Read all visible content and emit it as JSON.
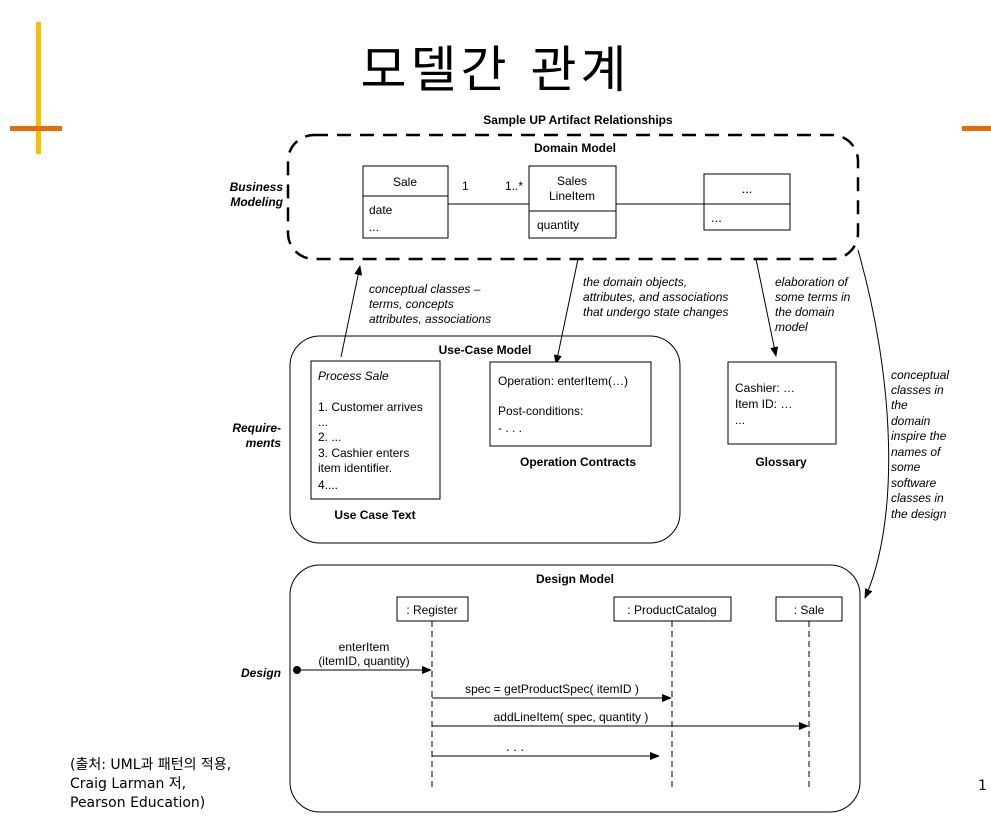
{
  "slide": {
    "title": "모델간 관계",
    "source_lines": [
      "(출처: UML과 패턴의 적용,",
      "Craig Larman 저,",
      "Pearson Education)"
    ],
    "page_number": "1"
  },
  "diagram": {
    "title": "Sample UP Artifact Relationships",
    "rows": {
      "business": [
        "Business",
        "Modeling"
      ],
      "requirements": [
        "Require-",
        "ments"
      ],
      "design": "Design"
    },
    "domain_model": {
      "label": "Domain Model",
      "sale": {
        "name": "Sale",
        "attrs": [
          "date",
          "..."
        ]
      },
      "lineitem": {
        "name": [
          "Sales",
          "LineItem"
        ],
        "attrs": [
          "quantity"
        ]
      },
      "other": {
        "name": "...",
        "attrs": [
          "..."
        ]
      },
      "mult_left": "1",
      "mult_right": "1..*"
    },
    "notes": {
      "conceptual": [
        "conceptual classes –",
        "terms, concepts",
        "attributes, associations"
      ],
      "domain_objects": [
        "the domain objects,",
        "attributes, and associations",
        "that undergo state changes"
      ],
      "elaboration": [
        "elaboration of",
        "some terms in",
        "the domain",
        "model"
      ],
      "inspire": [
        "conceptual",
        "classes in",
        "the",
        "domain",
        "inspire the",
        "names of",
        "some",
        "software",
        "classes in",
        "the design"
      ]
    },
    "usecase_model": {
      "label": "Use-Case Model",
      "text_box": {
        "title": "Process Sale",
        "lines": [
          "1. Customer arrives",
          "...",
          "2. ...",
          "3. Cashier enters",
          "item identifier.",
          "4...."
        ],
        "caption": "Use Case Text"
      },
      "contract": {
        "lines": [
          "Operation: enterItem(…)",
          "Post-conditions:",
          "- . . ."
        ],
        "caption": "Operation Contracts"
      }
    },
    "glossary": {
      "lines": [
        "Cashier: …",
        "Item ID: …",
        "..."
      ],
      "caption": "Glossary"
    },
    "design_model": {
      "label": "Design Model",
      "lifelines": [
        ": Register",
        ": ProductCatalog",
        ": Sale"
      ],
      "msg_enter": [
        "enterItem",
        "(itemID, quantity)"
      ],
      "msg_spec": "spec = getProductSpec( itemID )",
      "msg_add": "addLineItem( spec, quantity )",
      "msg_more": ". . ."
    }
  }
}
